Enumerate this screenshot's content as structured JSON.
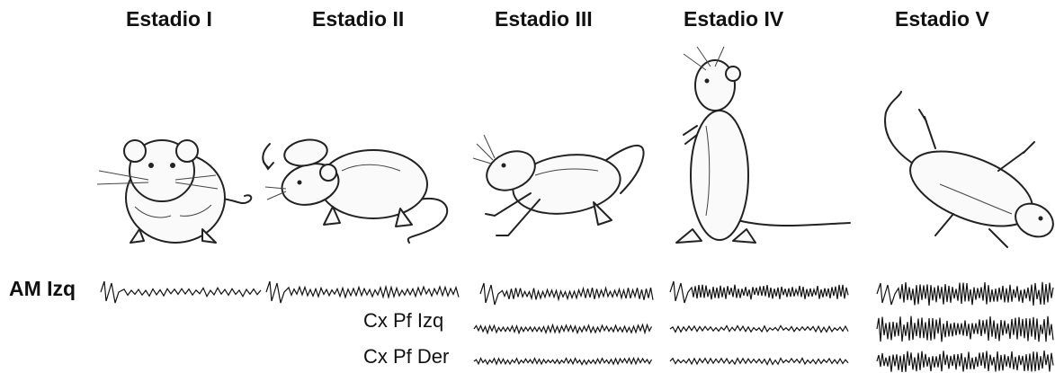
{
  "stages": [
    {
      "title": "Estadio I"
    },
    {
      "title": "Estadio II"
    },
    {
      "title": "Estadio III"
    },
    {
      "title": "Estadio IV"
    },
    {
      "title": "Estadio V"
    }
  ],
  "traces": {
    "am_izq": "AM Izq",
    "cx_pf_izq": "Cx Pf Izq",
    "cx_pf_der": "Cx Pf Der"
  },
  "colors": {
    "ink": "#111111",
    "trace": "#111111",
    "paper": "#ffffff"
  }
}
